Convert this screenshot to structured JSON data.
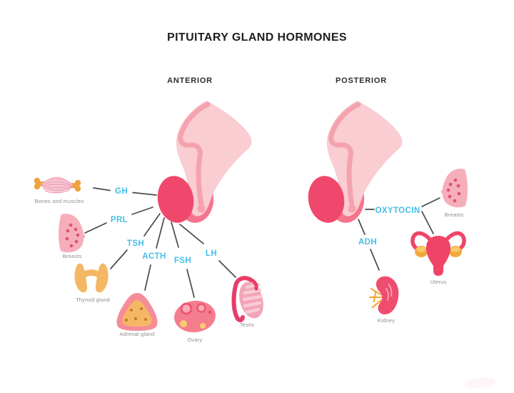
{
  "title": "PITUITARY GLAND HORMONES",
  "sections": {
    "anterior_label": "ANTERIOR",
    "posterior_label": "POSTERIOR"
  },
  "anterior": {
    "hormones": [
      {
        "abbr": "GH",
        "target": "Bones and muscles"
      },
      {
        "abbr": "PRL",
        "target": "Breasts"
      },
      {
        "abbr": "TSH",
        "target": "Thyroid gland"
      },
      {
        "abbr": "ACTH",
        "target": "Adrenal gland"
      },
      {
        "abbr": "FSH",
        "target": "Ovary"
      },
      {
        "abbr": "LH",
        "target": "Testis"
      }
    ]
  },
  "posterior": {
    "hormones": [
      {
        "abbr": "OXYTOCIN",
        "targets": [
          "Breasts",
          "Uterus"
        ]
      },
      {
        "abbr": "ADH",
        "targets": [
          "Kidney"
        ]
      }
    ]
  },
  "organ_labels": {
    "bones_muscles": "Bones and muscles",
    "breasts_anterior": "Breasts",
    "thyroid": "Thyroid gland",
    "adrenal": "Adrenal gland",
    "ovary": "Ovary",
    "testis": "Testis",
    "breasts_posterior": "Breasts",
    "uterus": "Uterus",
    "kidney": "Kidney"
  },
  "icons": {
    "pituitary": "pituitary-gland-icon",
    "bones_muscles": "muscle-with-bone-icon",
    "breasts": "breast-icon",
    "thyroid": "thyroid-gland-icon",
    "adrenal": "adrenal-gland-icon",
    "ovary": "ovary-icon",
    "testis": "testis-icon",
    "uterus": "uterus-icon",
    "kidney": "kidney-icon"
  },
  "colors": {
    "background": "#FFFFFF",
    "title_text": "#1F1F1F",
    "section_text": "#2E2E2E",
    "hormone_text": "#45BFE8",
    "organ_label_text": "#8E8E8E",
    "connector_line": "#4A4A4A",
    "gland_dark_pink": "#F0486C",
    "gland_light_pink": "#F5758E",
    "stalk_light_pink": "#F9CDD2",
    "stalk_mid_pink": "#F4A3AE",
    "organ_pink": "#F47E8E",
    "soft_pink": "#F6AEBA",
    "accent_orange": "#F2A93B",
    "thyroid_orange": "#F4B763",
    "yellow_spot": "#F8CE6E"
  }
}
